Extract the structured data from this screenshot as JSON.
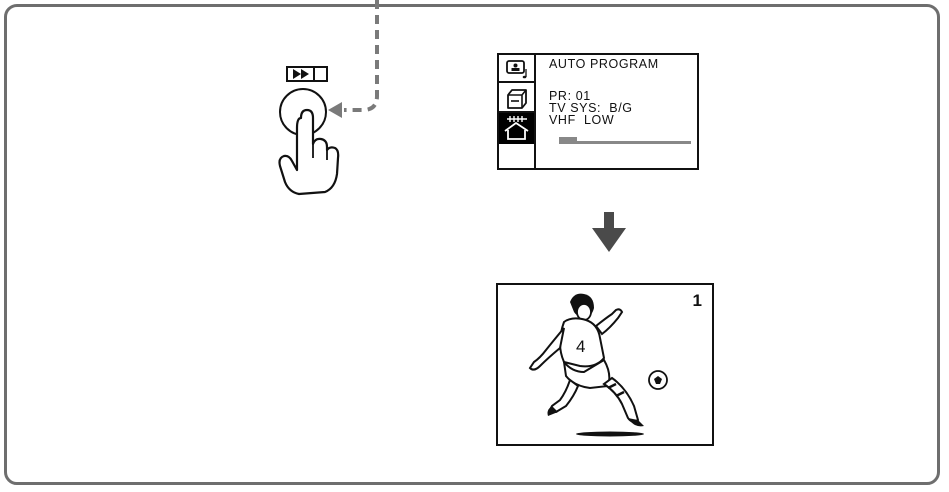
{
  "menu": {
    "title": "AUTO PROGRAM",
    "pr_line": "PR: 01",
    "tv_sys_line": "TV SYS:  B/G",
    "band_line": "VHF  LOW",
    "icons": [
      "picture-sound-icon",
      "tuner-cabinet-icon",
      "antenna-house-icon"
    ],
    "selected_icon": "antenna-house-icon",
    "scan_progress": 0.13
  },
  "remote": {
    "button_symbol": "▶▶|",
    "button_icon": "fast-forward-icon"
  },
  "tv": {
    "channel_number": "1",
    "jersey_number": "4"
  },
  "colors": {
    "frame": "#6e6e6e",
    "dashed_line": "#7a7a7a",
    "arrow": "#4a4a4a",
    "ink": "#111111"
  }
}
